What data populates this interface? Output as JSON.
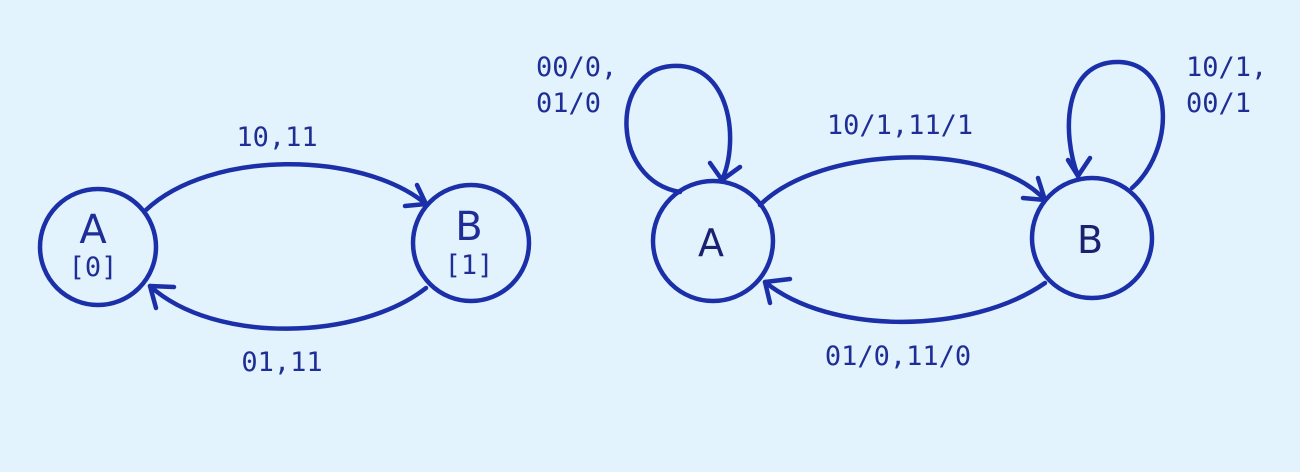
{
  "moore": {
    "states": {
      "a": {
        "name": "A",
        "output": "[0]"
      },
      "b": {
        "name": "B",
        "output": "[1]"
      }
    },
    "edges": {
      "a_to_b": "10,11",
      "b_to_a": "01,11"
    }
  },
  "mealy": {
    "states": {
      "a": {
        "name": "A"
      },
      "b": {
        "name": "B"
      }
    },
    "edges": {
      "a_self_line1": "00/0,",
      "a_self_line2": "01/0",
      "b_self_line1": "10/1,",
      "b_self_line2": "00/1",
      "a_to_b": "10/1,11/1",
      "b_to_a": "01/0,11/0"
    }
  },
  "colors": {
    "background": "#e2f3fd",
    "stroke": "#1b2fa8",
    "text": "#1e2e96"
  }
}
